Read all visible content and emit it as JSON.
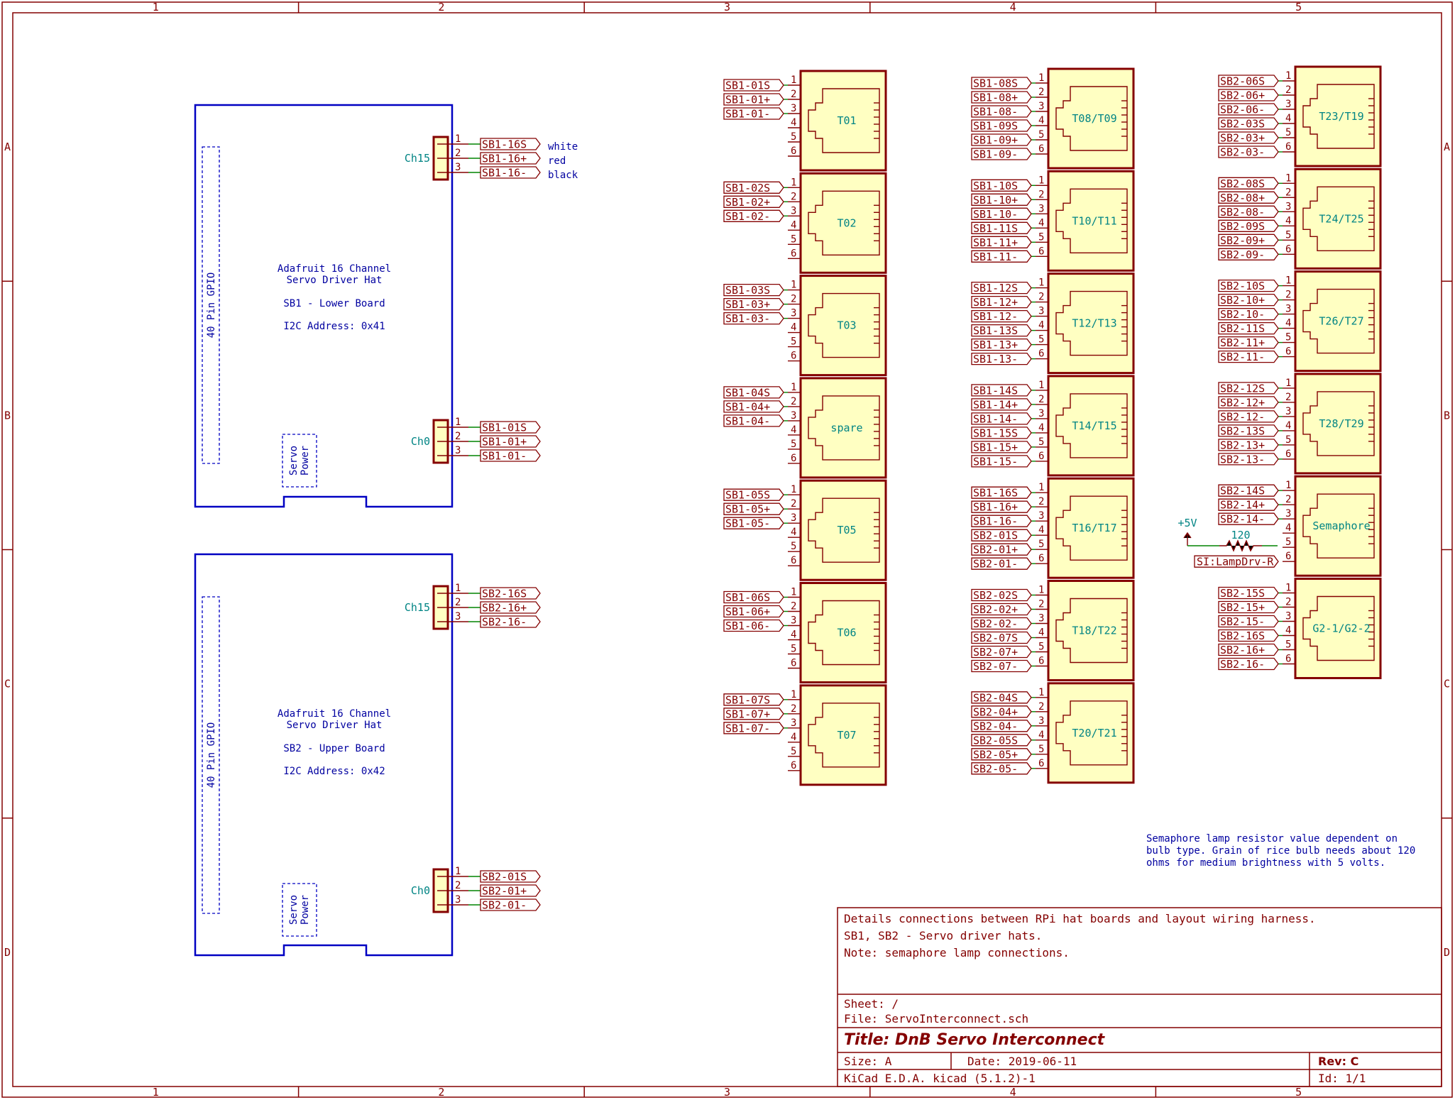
{
  "frame": {
    "columns": [
      "1",
      "2",
      "3",
      "4",
      "5"
    ],
    "rows": [
      "A",
      "B",
      "C",
      "D"
    ]
  },
  "boards": [
    {
      "lines": [
        "Adafruit 16 Channel",
        "Servo Driver Hat",
        "SB1 - Lower Board",
        "I2C Address: 0x41"
      ],
      "gpio_label": "40 Pin GPIO",
      "power_label": [
        "Servo",
        "Power"
      ],
      "connectors": [
        {
          "ref": "Ch15",
          "pins": [
            "1",
            "2",
            "3"
          ],
          "labels": [
            "SB1-16S",
            "SB1-16+",
            "SB1-16-"
          ],
          "wire_colors": [
            "white",
            "red",
            "black"
          ]
        },
        {
          "ref": "Ch0",
          "pins": [
            "1",
            "2",
            "3"
          ],
          "labels": [
            "SB1-01S",
            "SB1-01+",
            "SB1-01-"
          ]
        }
      ]
    },
    {
      "lines": [
        "Adafruit 16 Channel",
        "Servo Driver Hat",
        "SB2 - Upper Board",
        "I2C Address: 0x42"
      ],
      "gpio_label": "40 Pin GPIO",
      "power_label": [
        "Servo",
        "Power"
      ],
      "connectors": [
        {
          "ref": "Ch15",
          "pins": [
            "1",
            "2",
            "3"
          ],
          "labels": [
            "SB2-16S",
            "SB2-16+",
            "SB2-16-"
          ]
        },
        {
          "ref": "Ch0",
          "pins": [
            "1",
            "2",
            "3"
          ],
          "labels": [
            "SB2-01S",
            "SB2-01+",
            "SB2-01-"
          ]
        }
      ]
    }
  ],
  "jacks": {
    "pins": [
      "1",
      "2",
      "3",
      "4",
      "5",
      "6"
    ],
    "columns": [
      [
        {
          "ref": "T01",
          "labels": [
            "SB1-01S",
            "SB1-01+",
            "SB1-01-"
          ]
        },
        {
          "ref": "T02",
          "labels": [
            "SB1-02S",
            "SB1-02+",
            "SB1-02-"
          ]
        },
        {
          "ref": "T03",
          "labels": [
            "SB1-03S",
            "SB1-03+",
            "SB1-03-"
          ]
        },
        {
          "ref": "spare",
          "labels": [
            "SB1-04S",
            "SB1-04+",
            "SB1-04-"
          ]
        },
        {
          "ref": "T05",
          "labels": [
            "SB1-05S",
            "SB1-05+",
            "SB1-05-"
          ]
        },
        {
          "ref": "T06",
          "labels": [
            "SB1-06S",
            "SB1-06+",
            "SB1-06-"
          ]
        },
        {
          "ref": "T07",
          "labels": [
            "SB1-07S",
            "SB1-07+",
            "SB1-07-"
          ]
        }
      ],
      [
        {
          "ref": "T08/T09",
          "labels": [
            "SB1-08S",
            "SB1-08+",
            "SB1-08-",
            "SB1-09S",
            "SB1-09+",
            "SB1-09-"
          ]
        },
        {
          "ref": "T10/T11",
          "labels": [
            "SB1-10S",
            "SB1-10+",
            "SB1-10-",
            "SB1-11S",
            "SB1-11+",
            "SB1-11-"
          ]
        },
        {
          "ref": "T12/T13",
          "labels": [
            "SB1-12S",
            "SB1-12+",
            "SB1-12-",
            "SB1-13S",
            "SB1-13+",
            "SB1-13-"
          ]
        },
        {
          "ref": "T14/T15",
          "labels": [
            "SB1-14S",
            "SB1-14+",
            "SB1-14-",
            "SB1-15S",
            "SB1-15+",
            "SB1-15-"
          ]
        },
        {
          "ref": "T16/T17",
          "labels": [
            "SB1-16S",
            "SB1-16+",
            "SB1-16-",
            "SB2-01S",
            "SB2-01+",
            "SB2-01-"
          ]
        },
        {
          "ref": "T18/T22",
          "labels": [
            "SB2-02S",
            "SB2-02+",
            "SB2-02-",
            "SB2-07S",
            "SB2-07+",
            "SB2-07-"
          ]
        },
        {
          "ref": "T20/T21",
          "labels": [
            "SB2-04S",
            "SB2-04+",
            "SB2-04-",
            "SB2-05S",
            "SB2-05+",
            "SB2-05-"
          ]
        }
      ],
      [
        {
          "ref": "T23/T19",
          "labels": [
            "SB2-06S",
            "SB2-06+",
            "SB2-06-",
            "SB2-03S",
            "SB2-03+",
            "SB2-03-"
          ]
        },
        {
          "ref": "T24/T25",
          "labels": [
            "SB2-08S",
            "SB2-08+",
            "SB2-08-",
            "SB2-09S",
            "SB2-09+",
            "SB2-09-"
          ]
        },
        {
          "ref": "T26/T27",
          "labels": [
            "SB2-10S",
            "SB2-10+",
            "SB2-10-",
            "SB2-11S",
            "SB2-11+",
            "SB2-11-"
          ]
        },
        {
          "ref": "T28/T29",
          "labels": [
            "SB2-12S",
            "SB2-12+",
            "SB2-12-",
            "SB2-13S",
            "SB2-13+",
            "SB2-13-"
          ]
        },
        {
          "ref": "Semaphore",
          "labels": [
            "SB2-14S",
            "SB2-14+",
            "SB2-14-",
            "",
            "",
            ""
          ]
        },
        {
          "ref": "G2-1/G2-2",
          "labels": [
            "SB2-15S",
            "SB2-15+",
            "SB2-15-",
            "SB2-16S",
            "SB2-16+",
            "SB2-16-"
          ]
        }
      ]
    ]
  },
  "semaphore_extra": {
    "power_label": "+5V",
    "resistor_value": "120",
    "lamp_label": "SI:LampDrv-R"
  },
  "note": [
    "Semaphore lamp resistor value dependent on",
    "bulb type. Grain of rice bulb needs about 120",
    "ohms for medium brightness with 5 volts."
  ],
  "title_block": {
    "comments": [
      "Details connections between RPi hat boards and layout wiring harness.",
      "SB1, SB2 - Servo driver hats.",
      "Note: semaphore lamp connections."
    ],
    "sheet": "Sheet: /",
    "file": "File: ServoInterconnect.sch",
    "title": "Title: DnB Servo Interconnect",
    "size": "Size: A",
    "date": "Date: 2019-06-11",
    "rev": "Rev: C",
    "tool": "KiCad E.D.A.  kicad (5.1.2)-1",
    "id": "Id: 1/1"
  },
  "colors": {
    "frame": "#840000",
    "board": "#0000c2",
    "component_fill": "#ffffc2",
    "wire": "#008400",
    "reference": "#008484"
  }
}
